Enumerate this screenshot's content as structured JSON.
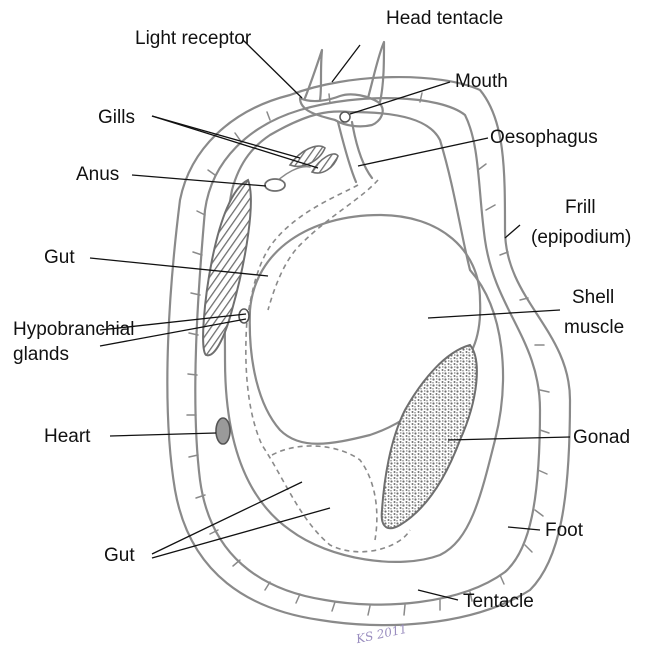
{
  "colors": {
    "outline": "#8a8a8a",
    "leader": "#111111",
    "gonad": "#6f6f6f"
  },
  "labels": {
    "head_tentacle": "Head tentacle",
    "light_receptor": "Light receptor",
    "mouth": "Mouth",
    "gills": "Gills",
    "oesophagus": "Oesophagus",
    "anus": "Anus",
    "frill_1": "Frill",
    "frill_2": "(epipodium)",
    "gut_upper": "Gut",
    "shell_1": "Shell",
    "shell_2": "muscle",
    "hypo_1": "Hypobranchial",
    "hypo_2": "glands",
    "heart": "Heart",
    "gonad": "Gonad",
    "foot": "Foot",
    "gut_lower": "Gut",
    "tentacle": "Tentacle",
    "signature": "KS 2011"
  }
}
